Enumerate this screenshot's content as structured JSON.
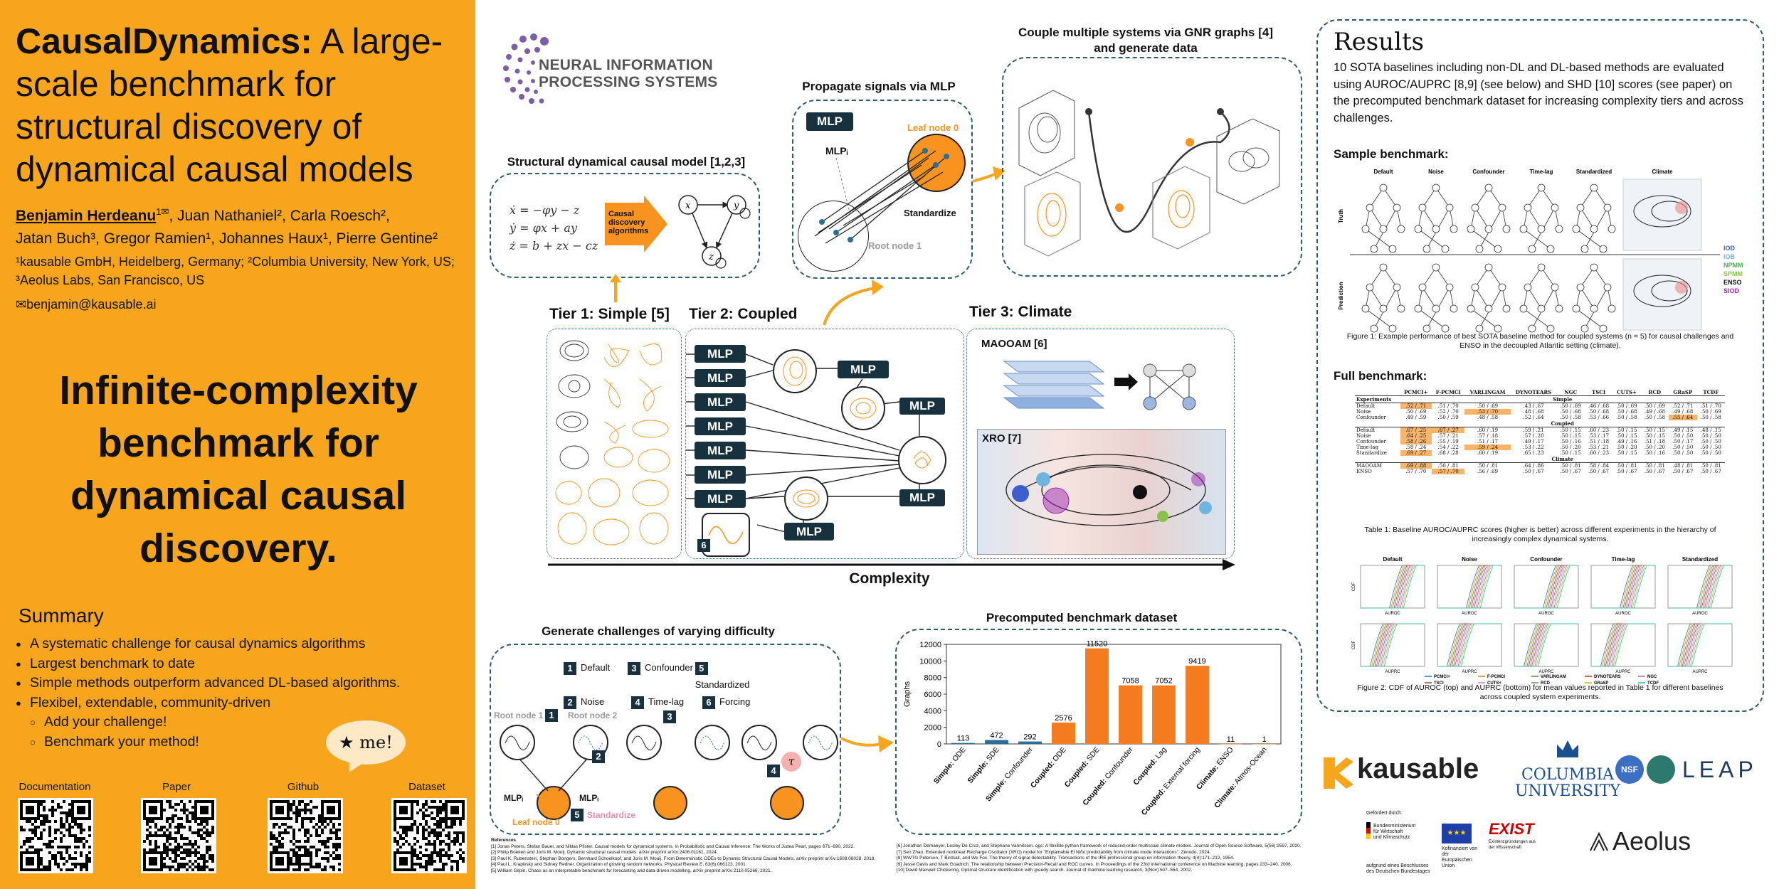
{
  "title_bold": "CausalDynamics:",
  "title_rest": " A large-scale benchmark for structural discovery of dynamical causal models",
  "authors": {
    "line1_first": "Benjamin Herdeanu",
    "line1_first_sup": "1✉",
    "line1_rest": ", Juan Nathaniel², Carla Roesch²,",
    "line2": "Jatan Buch³, Gregor Ramien¹, Johannes Haux¹, Pierre Gentine²"
  },
  "affiliations": "¹kausable GmbH, Heidelberg, Germany; ²Columbia University, New York, US; ³Aeolus Labs, San Francisco, US",
  "email": "✉benjamin@kausable.ai",
  "tagline": "Infinite-complexity benchmark for dynamical causal discovery.",
  "summary": {
    "heading": "Summary",
    "items": [
      "A systematic challenge for causal dynamics algorithms",
      "Largest benchmark to date",
      "Simple methods outperform advanced DL-based algorithms.",
      "Flexibel, extendable, community-driven"
    ],
    "subitems": [
      "Add your challenge!",
      "Benchmark your method!"
    ]
  },
  "bubble": "★ me!",
  "qr_labels": [
    "Documentation",
    "Paper",
    "Github",
    "Dataset"
  ],
  "neurips": {
    "line1": "NEURAL INFORMATION",
    "line2": "PROCESSING SYSTEMS"
  },
  "sdcm": {
    "title": "Structural dynamical causal model [1,2,3]",
    "eq1": "ẋ = −φy − z",
    "eq2": "ẏ = φx + ay",
    "eq3": "ż = b + zx − cz",
    "arrow_label": "Causal discovery algorithms",
    "nodes": [
      "x",
      "y",
      "z"
    ]
  },
  "propagate": {
    "title": "Propagate signals via MLP",
    "mlp": "MLP",
    "mlp_i": "MLPᵢ",
    "leaf": "Leaf node 0",
    "standardize": "Standardize",
    "root": "Root node 1"
  },
  "couple": {
    "title": "Couple multiple systems via GNR graphs [4] and generate data"
  },
  "tiers": {
    "t1": "Tier 1: Simple [5]",
    "t2": "Tier 2: Coupled",
    "t3": "Tier 3: Climate",
    "mlp": "MLP",
    "forcing_num": "6",
    "maooam": "MAOOAM [6]",
    "xro": "XRO [7]",
    "complexity": "Complexity"
  },
  "challenges": {
    "title": "Generate challenges of varying difficulty",
    "legend": [
      {
        "n": "1",
        "label": "Default"
      },
      {
        "n": "3",
        "label": "Confounder"
      },
      {
        "n": "5",
        "label": "Standardized"
      },
      {
        "n": "2",
        "label": "Noise"
      },
      {
        "n": "4",
        "label": "Time-lag"
      },
      {
        "n": "6",
        "label": "Forcing"
      }
    ],
    "root1": "Root node 1",
    "root2": "Root node 2",
    "leaf0": "Leaf node 0",
    "standardize": "Standardize",
    "mlp_i": "MLPᵢ",
    "tau": "τ",
    "marks": [
      "1",
      "2",
      "3",
      "4",
      "5"
    ]
  },
  "precomputed": {
    "title": "Precomputed benchmark dataset"
  },
  "chart_data": {
    "type": "bar",
    "categories": [
      "Simple: ODE",
      "Simple: SDE",
      "Simple: Confounder",
      "Coupled: ODE",
      "Coupled: SDE",
      "Coupled: Confounder",
      "Coupled: Lag",
      "Coupled: External forcing",
      "Climate: ENSO",
      "Climate: Atmos-Ocean"
    ],
    "values": [
      113,
      472,
      292,
      2576,
      11520,
      7058,
      7052,
      9419,
      11,
      1
    ],
    "value_labels": [
      "113",
      "472",
      "292",
      "2576",
      "11520",
      "7058",
      "7052",
      "9419",
      "11",
      "1"
    ],
    "title": "",
    "ylabel": "Graphs",
    "ylim": [
      0,
      12000
    ],
    "yticks": [
      "0",
      "2000",
      "4000",
      "6000",
      "8000",
      "10000",
      "12000"
    ],
    "colors": {
      "simple": "#2a6f97",
      "other": "#f47b20"
    },
    "grid": false
  },
  "references": [
    "[1] Jonas Peters, Stefan Bauer, and Niklas Pfister. Causal models for dynamical systems. In Probabilistic and Causal Inference: The Works of Judea Pearl, pages 671–690, 2022.",
    "[2] Philip Boeken and Joris M. Mooij. Dynamic structural causal models. arXiv preprint arXiv:2406.01161, 2024.",
    "[3] Paul K. Rubenstein, Stephan Bongers, Bernhard Schoelkopf, and Joris M. Mooij. From Deterministic ODEs to Dynamic Structural Causal Models. arXiv preprint arXiv:1608.08028, 2018.",
    "[4] Paul L. Krapivsky and Sidney Redner. Organization of growing random networks. Physical Review E, 63(6):066123, 2001.",
    "[5] William Gilpin. Chaos as an interpretable benchmark for forecasting and data-driven modelling. arXiv preprint arXiv:2110.05266, 2021.",
    "[6] Jonathan Demaeyer, Lesley De Cruz, and Stéphane Vannitsem. qgs: A flexible python framework of reduced-order multiscale climate models. Journal of Open Source Software, 5(56):2597, 2020.",
    "[7] Sen Zhao. Extended nonlinear Recharge Oscillator (XRO) model for \"Explainable El Niño predictability from climate mode interactions\". Zenodo, 2024.",
    "[8] WWTG Peterson, T Birdsall, and We Fox. The theory of signal detectability. Transactions of the IRE professional group on information theory, 4(4):171–212, 1954.",
    "[9] Jesse Davis and Mark Goadrich. The relationship between Precision-Recall and ROC curves. In Proceedings of the 23rd international conference on Machine learning, pages 233–240, 2006.",
    "[10] David Maxwell Chickering. Optimal structure identification with greedy search. Journal of machine learning research, 3(Nov):507–554, 2002."
  ],
  "references_heading": "References",
  "results": {
    "heading": "Results",
    "intro": "10 SOTA baselines including non-DL and DL-based methods are evaluated using AUROC/AUPRC [8,9] (see below) and SHD [10] scores (see paper) on the precomputed benchmark dataset for increasing complexity tiers and across challenges.",
    "sample_heading": "Sample benchmark:",
    "sample_cols": [
      "Default",
      "Noise",
      "Confounder",
      "Time-lag",
      "Standardized",
      "Climate"
    ],
    "sample_rows": [
      "Truth",
      "Prediction"
    ],
    "climate_legend": [
      {
        "label": "IOD",
        "color": "#3a5fcd"
      },
      {
        "label": "IOB",
        "color": "#6fb3e0"
      },
      {
        "label": "NPMM",
        "color": "#4caf50"
      },
      {
        "label": "SPMM",
        "color": "#8bc34a"
      },
      {
        "label": "ENSO",
        "color": "#111111"
      },
      {
        "label": "SIOD",
        "color": "#9c27b0"
      }
    ],
    "fig1_caption": "Figure 1: Example performance of best SOTA baseline method for coupled systems (n = 5) for causal challenges and ENSO in the decoupled Atlantic setting (climate).",
    "full_heading": "Full benchmark:",
    "table_headers": [
      "Experiments",
      "PCMCI+",
      "F-PCMCI",
      "VARLINGAM",
      "DYNOTEARS",
      "NGC",
      "TSCI",
      "CUTS+",
      "RCD",
      "GRaSP",
      "TCDF"
    ],
    "table_sections": [
      {
        "name": "Simple",
        "rows": [
          [
            "Default",
            ".52 / .71",
            ".51 / .70",
            ".50 / .69",
            ".43 / .67",
            ".50 / .69",
            ".46 / .68",
            ".50 / .69",
            ".50 / .69",
            ".52 / .71",
            ".51 / .70"
          ],
          [
            "Noise",
            ".50 / .69",
            ".52 / .70",
            ".53 / .70",
            ".48 / .68",
            ".50 / .68",
            ".50 / .68",
            ".50 / .68",
            ".49 / .68",
            ".49 / .68",
            ".50 / .69"
          ],
          [
            "Confounder",
            ".49 / .59",
            ".50 / .59",
            ".48 / .58",
            ".52 / .64",
            ".50 / .58",
            ".53 / .66",
            ".50 / .58",
            ".50 / .58",
            ".55 / .64",
            ".50 / .58"
          ]
        ]
      },
      {
        "name": "Coupled",
        "rows": [
          [
            "Default",
            ".67 / .25",
            ".67 / .27",
            ".60 / .19",
            ".59 / .21",
            ".50 / .15",
            ".60 / .23",
            ".50 / .15",
            ".50 / .15",
            ".49 / .15",
            ".48 / .15"
          ],
          [
            "Noise",
            ".64 / .25",
            ".57 / .21",
            ".57 / .18",
            ".57 / .20",
            ".50 / .15",
            ".53 / .17",
            ".50 / .15",
            ".50 / .15",
            ".50 / .50",
            ".50 / .50"
          ],
          [
            "Confounder",
            ".58 / .26",
            ".55 / .19",
            ".51 / .17",
            ".49 / .17",
            ".50 / .16",
            ".51 / .18",
            ".49 / .16",
            ".51 / .18",
            ".50 / .17",
            ".50 / .50"
          ],
          [
            "Time-lag",
            ".58 / .24",
            ".54 / .22",
            ".59 / .24",
            ".53 / .22",
            ".50 / .20",
            ".53 / .21",
            ".50 / .20",
            ".50 / .20",
            ".50 / .50",
            ".50 / .50"
          ],
          [
            "Standardize",
            ".69 / .27",
            ".68 / .28",
            ".60 / .19",
            ".65 / .23",
            ".50 / .15",
            ".60 / .23",
            ".50 / .15",
            ".50 / .16",
            ".50 / .50",
            ".50 / .50"
          ]
        ]
      },
      {
        "name": "Climate",
        "rows": [
          [
            "MAOOAM",
            ".69 / .88",
            ".50 / .81",
            ".50 / .81",
            ".64 / .86",
            ".50 / .81",
            ".58 / .84",
            ".50 / .81",
            ".50 / .81",
            ".48 / .81",
            ".50 / .81"
          ],
          [
            "ENSO",
            ".57 / .70",
            ".57 / .70",
            ".56 / .69",
            ".50 / .67",
            ".50 / .67",
            ".50 / .67",
            ".50 / .67",
            ".50 / .67",
            ".50 / .67",
            ".50 / .67"
          ]
        ]
      }
    ],
    "table_highlights": [
      [
        0,
        1
      ],
      [
        1,
        3
      ],
      [
        2,
        9
      ],
      [
        3,
        1
      ],
      [
        3,
        2
      ],
      [
        4,
        1
      ],
      [
        5,
        1
      ],
      [
        6,
        3
      ],
      [
        7,
        1
      ],
      [
        8,
        1
      ],
      [
        9,
        2
      ]
    ],
    "table1_caption": "Table 1: Baseline AUROC/AUPRC scores (higher is better) across different experiments in the hierarchy of increasingly complex dynamical systems.",
    "cdf_cols": [
      "Default",
      "Noise",
      "Confounder",
      "Time-lag",
      "Standardized"
    ],
    "cdf_ylabel": "CDF",
    "cdf_xlabels": [
      "AUROC",
      "AUPRC"
    ],
    "cdf_legend": [
      {
        "label": "PCMCI+",
        "color": "#1f77b4"
      },
      {
        "label": "F-PCMCI",
        "color": "#ff7f0e"
      },
      {
        "label": "VARLINGAM",
        "color": "#2ca02c"
      },
      {
        "label": "DYNOTEARS",
        "color": "#d62728"
      },
      {
        "label": "NGC",
        "color": "#9467bd"
      },
      {
        "label": "TSCI",
        "color": "#8c564b"
      },
      {
        "label": "CUTS+",
        "color": "#e377c2"
      },
      {
        "label": "RCD",
        "color": "#7f7f7f"
      },
      {
        "label": "GRaSP",
        "color": "#bcbd22"
      },
      {
        "label": "TCDF",
        "color": "#17becf"
      }
    ],
    "fig2_caption": "Figure 2: CDF of AUROC (top) and AUPRC (bottom) for mean values reported in Table 1 for different baselines across coupled system experiments."
  },
  "logos": {
    "kausable": "kausable",
    "columbia1": "COLUMBIA",
    "columbia2": "UNIVERSITY",
    "leap": "LEAP",
    "aeolus": "Aeolus",
    "gefoerdert": "Gefördert durch:",
    "bmwk1": "Bundesministerium",
    "bmwk2": "für Wirtschaft",
    "bmwk3": "und Klimaschutz",
    "eu1": "Kofinanziert von der",
    "eu2": "Europäischen Union",
    "exist": "EXIST",
    "exist_sub": "Existenzgründungen aus der Wissenschaft",
    "bund1": "aufgrund eines Beschlusses",
    "bund2": "des Deutschen Bundestages"
  },
  "colors": {
    "accent": "#f7a51d",
    "navy": "#17313e",
    "orange": "#f7931e",
    "panel_border": "#2b5a6f"
  }
}
